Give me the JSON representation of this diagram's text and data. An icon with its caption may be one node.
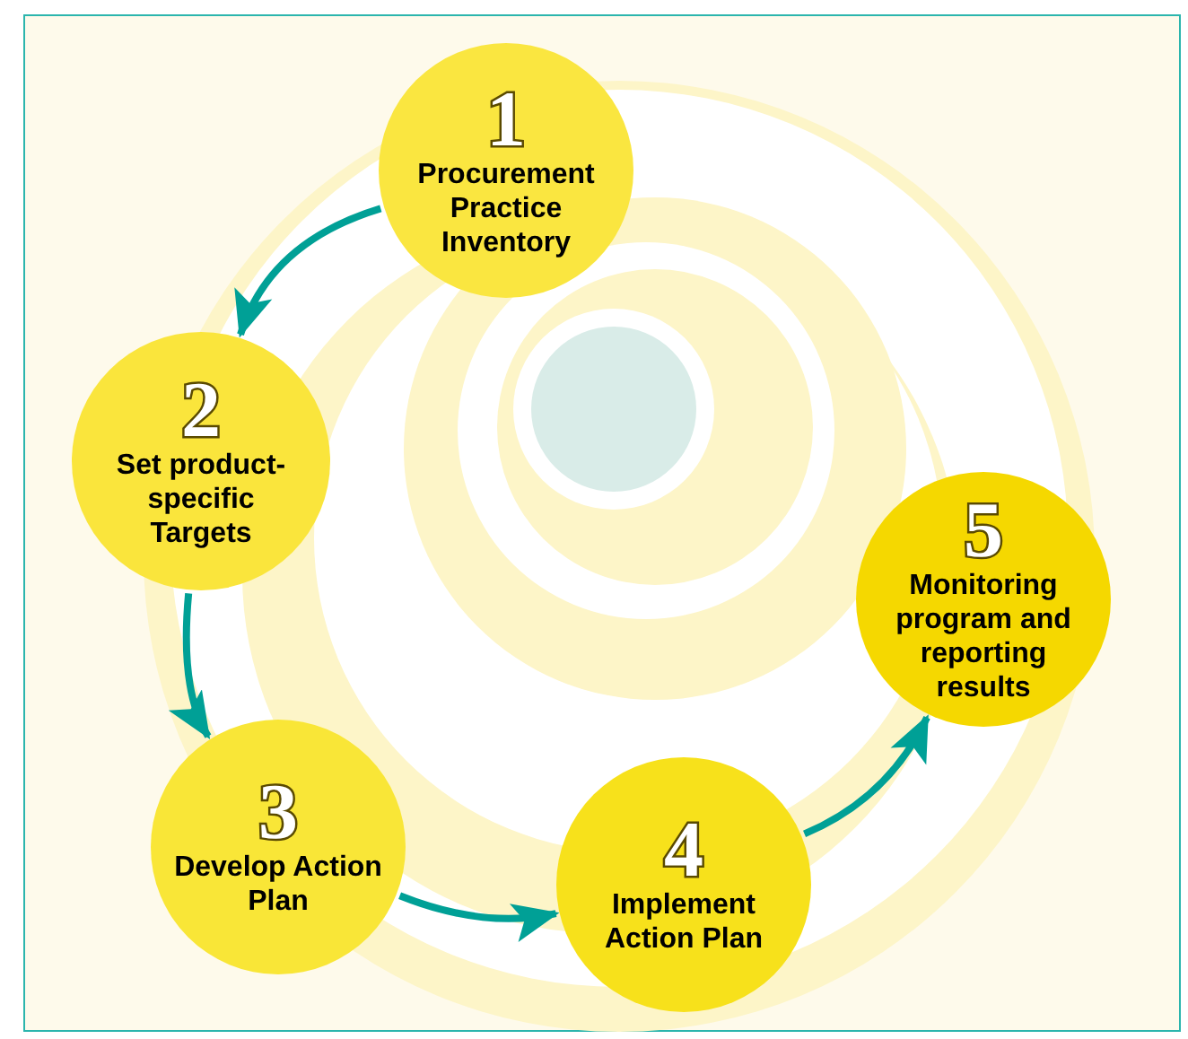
{
  "diagram": {
    "nodes": [
      {
        "text": [
          "1",
          "Procurement Practice Inventory"
        ]
      },
      {
        "text": [
          "2",
          "Set product-specific Targets"
        ]
      },
      {
        "text": [
          "3",
          "Develop Action Plan"
        ]
      },
      {
        "text": [
          "4",
          "Implement Action Plan"
        ]
      },
      {
        "text": [
          "5",
          "Monitoring program and reporting results"
        ]
      }
    ],
    "edges": [
      {
        "from": 0,
        "to": 1,
        "arrow": "to"
      },
      {
        "from": 1,
        "to": 2,
        "arrow": "to"
      },
      {
        "from": 2,
        "to": 3,
        "arrow": "to"
      },
      {
        "from": 3,
        "to": 4,
        "arrow": "to"
      }
    ]
  }
}
